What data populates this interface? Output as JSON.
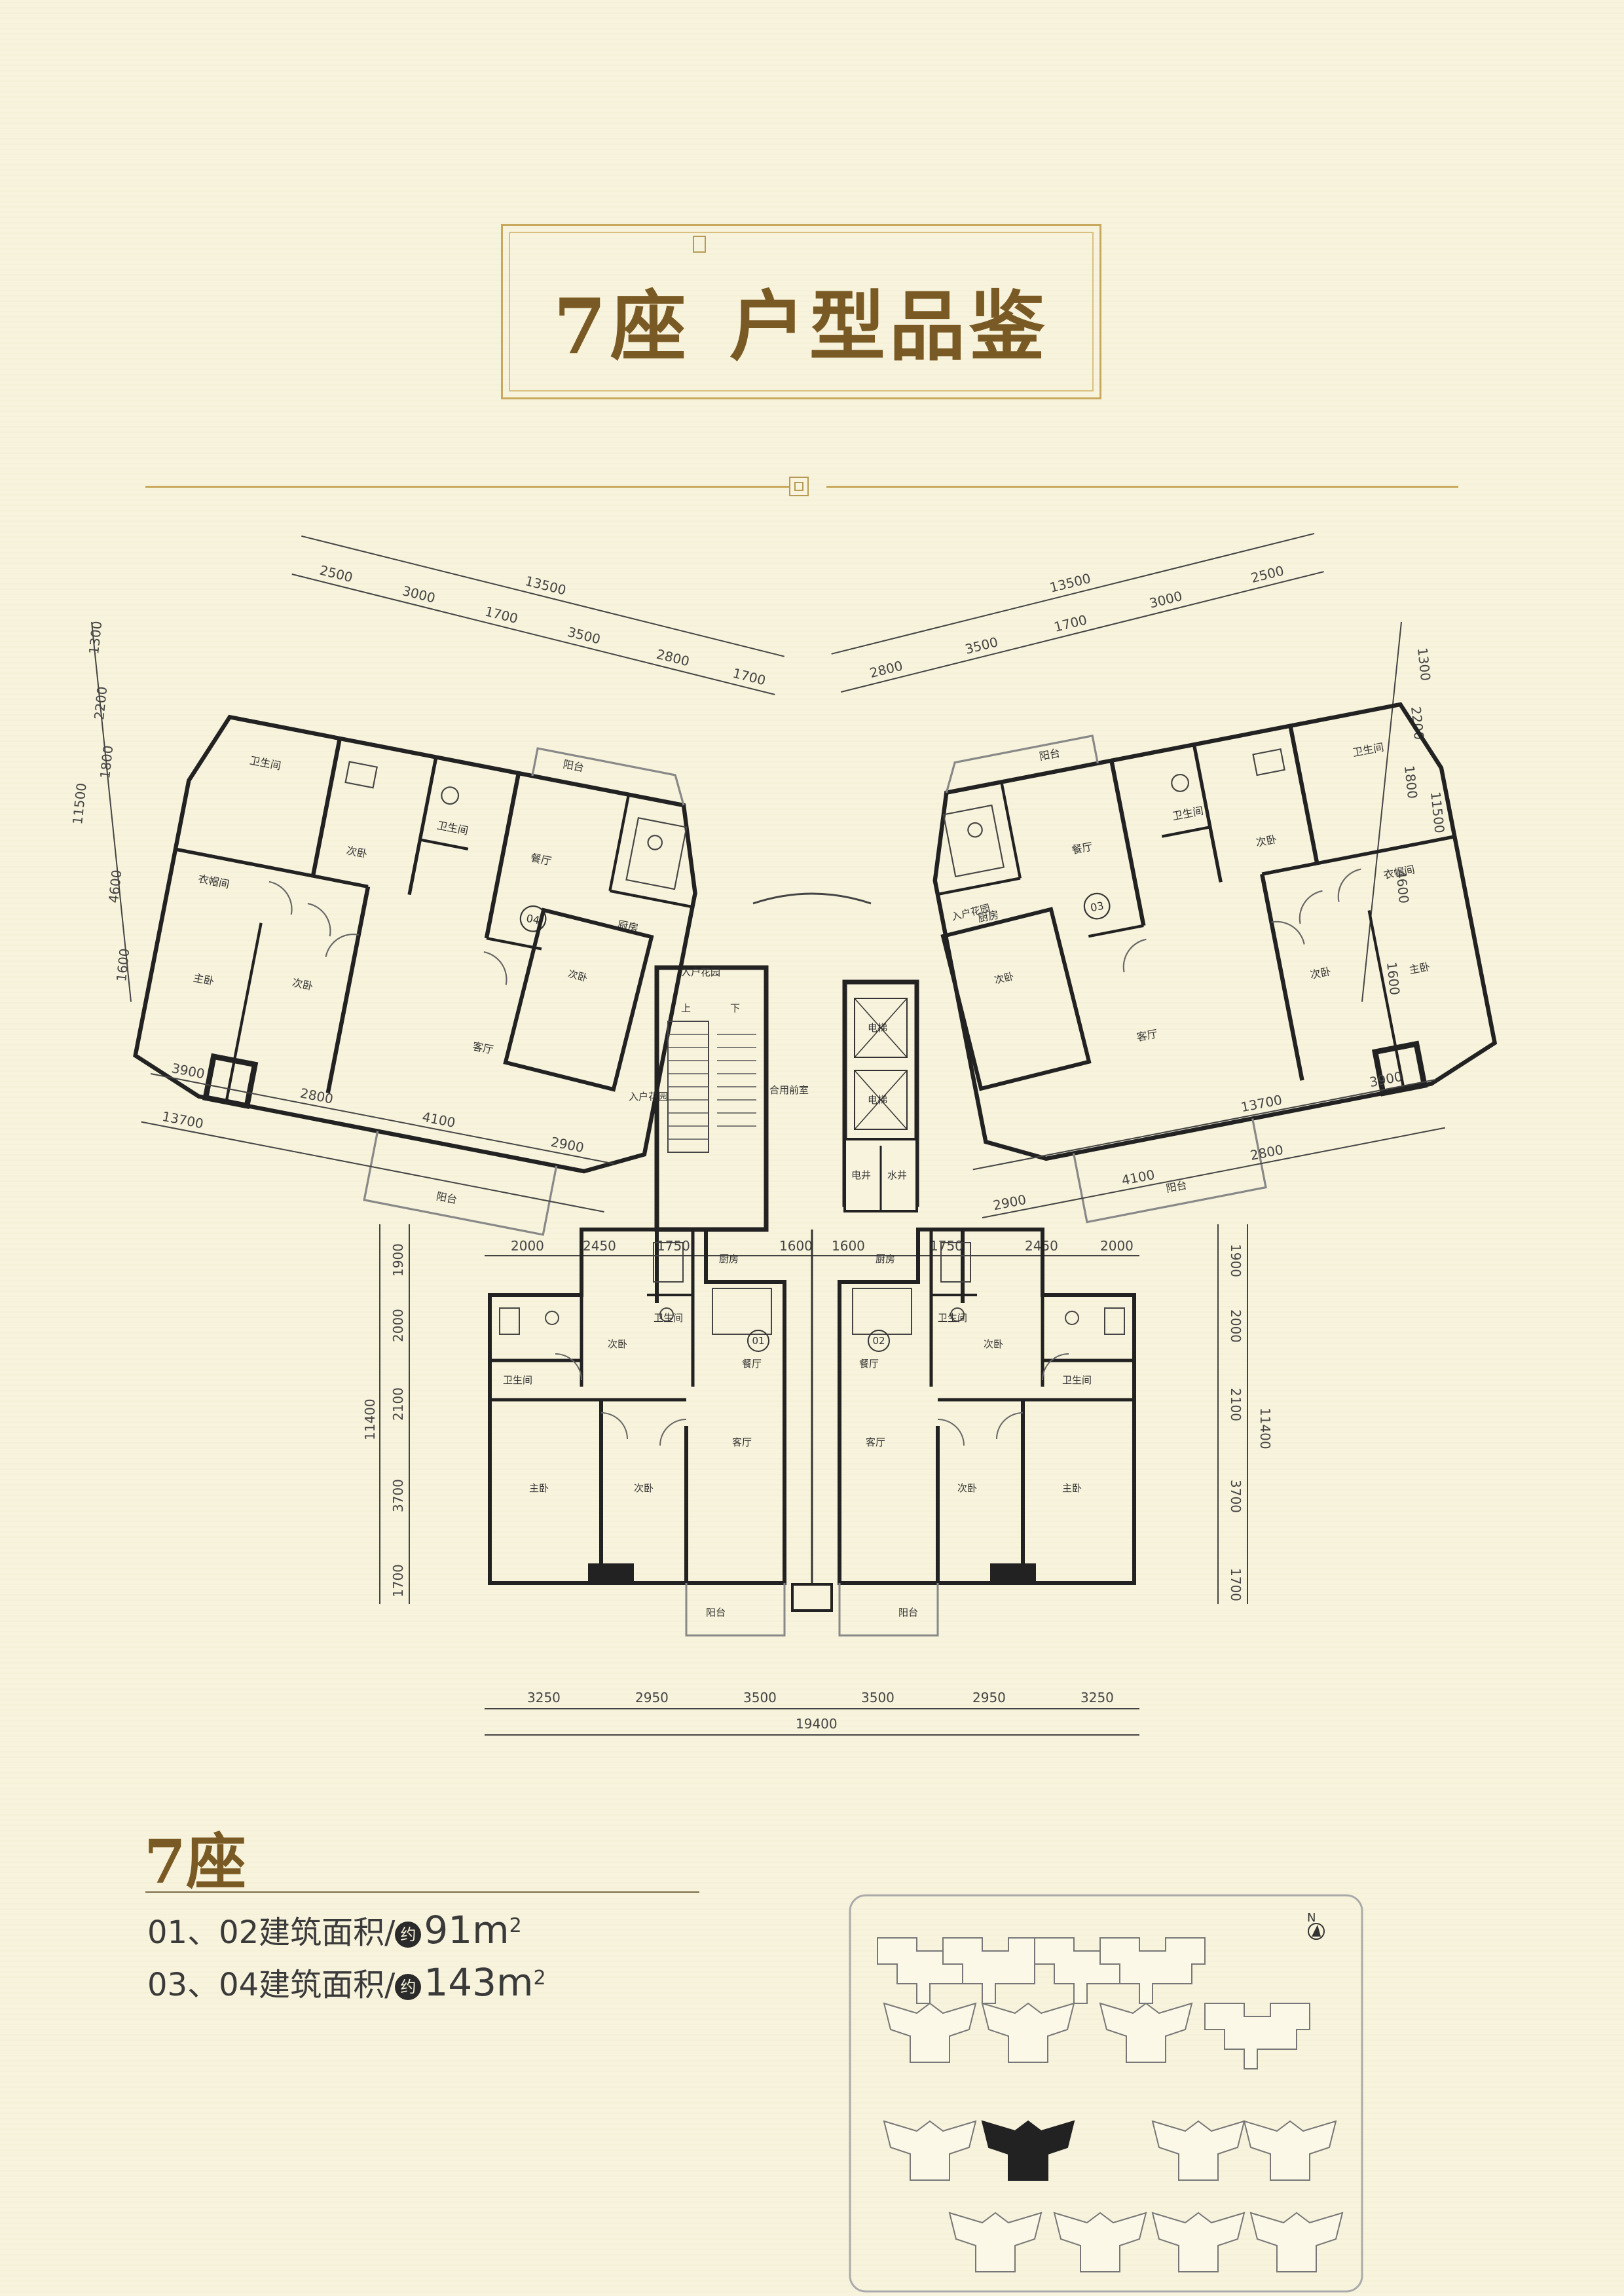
{
  "header": {
    "building": "7座",
    "title": "户型品鉴"
  },
  "info": {
    "building": "7座",
    "line1_prefix": "01、02建筑面积/",
    "line1_badge": "约",
    "line1_value": "91m",
    "line1_sup": "2",
    "line2_prefix": "03、04建筑面积/",
    "line2_badge": "约",
    "line2_value": "143m",
    "line2_sup": "2"
  },
  "plan": {
    "units": [
      "01",
      "02",
      "03",
      "04"
    ],
    "dims_bottom": [
      "3250",
      "2950",
      "3500",
      "3500",
      "2950",
      "3250"
    ],
    "dims_bottom_total": "19400",
    "dims_lower_top": [
      "2000",
      "2450",
      "1750",
      "1600",
      "1600",
      "1750",
      "2450",
      "2000"
    ],
    "dims_lower_side": [
      "1900",
      "2000",
      "2100",
      "3700",
      "1700"
    ],
    "dims_lower_side_total": "11400",
    "dims_upper_left_top": [
      "2500",
      "3000",
      "1700",
      "3500",
      "2800",
      "1700"
    ],
    "dims_upper_left_top_total": "13500",
    "dims_upper_right_top": [
      "2800",
      "3500",
      "1700",
      "3000",
      "2500"
    ],
    "dims_upper_right_top_total": "13500",
    "dims_upper_side": [
      "1300",
      "2200",
      "1800",
      "4600",
      "1600"
    ],
    "dims_upper_side_total": "11500",
    "dims_upper_left_bottom": [
      "3900",
      "2800",
      "4100",
      "2900"
    ],
    "dims_upper_left_bottom_total": "13700",
    "dims_upper_right_bottom": [
      "2900",
      "4100",
      "2800",
      "3900"
    ],
    "dims_upper_right_bottom_total": "13700",
    "rooms": {
      "bath": "卫生间",
      "second_bed": "次卧",
      "master_bed": "主卧",
      "dining": "餐厅",
      "living": "客厅",
      "kitchen": "厨房",
      "balcony": "阳台",
      "cloakroom": "衣帽间",
      "elevator": "电梯",
      "lobby": "合用前室",
      "entrance": "入户花园",
      "up": "上",
      "down": "下",
      "power_well": "电井",
      "water_well": "水井"
    }
  },
  "keyplan": {
    "north": "N"
  }
}
